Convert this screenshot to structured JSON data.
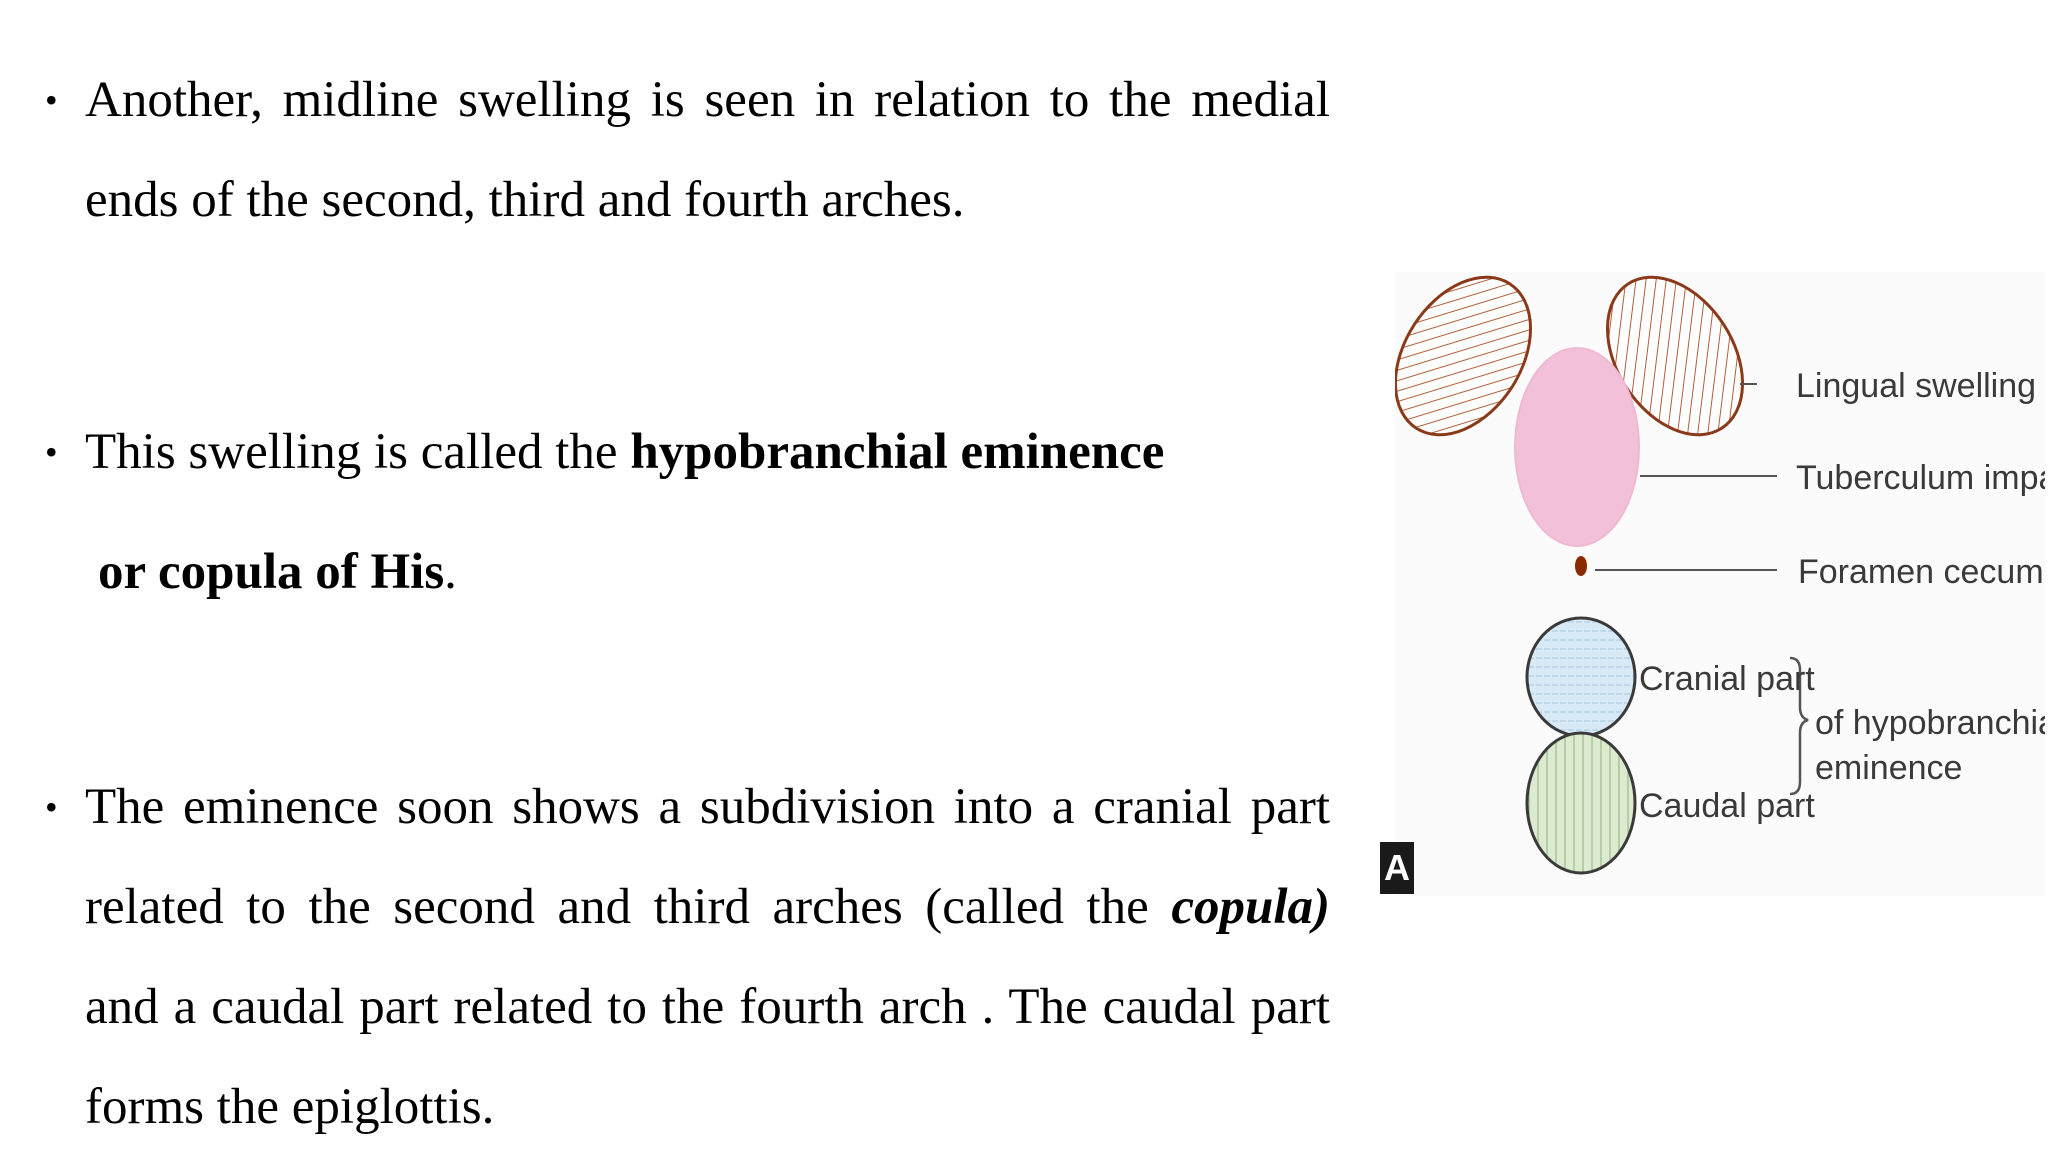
{
  "bullets": [
    {
      "line1": "Another, midline swelling is seen in relation to the medial",
      "line2": "ends of the second, third and fourth arches."
    },
    {
      "prefix": "This swelling is called the ",
      "bold1": "hypobranchial eminence",
      "bold2": "or copula of His",
      "suffix": "."
    },
    {
      "line1": "The eminence soon shows a subdivision into a cranial part",
      "line2_prefix": "related to the second and third arches (called the ",
      "line2_emph": "copula)",
      "line3": "and a caudal part related to the fourth arch . The caudal part",
      "line4": "forms the epiglottis."
    }
  ],
  "figure": {
    "labels": {
      "lingual_swelling": "Lingual swelling",
      "tuberculum_impar": "Tuberculum impar",
      "foramen_cecum": "Foramen cecum",
      "cranial_part": "Cranial part",
      "caudal_part": "Caudal part",
      "of_hypobranchial": "of hypobranchial",
      "eminence": "eminence"
    },
    "panel_tag": "A",
    "colors": {
      "lingual_hatch": "#a0522d",
      "tuberculum": "#f4c2da",
      "foramen": "#8b2500",
      "cranial": "#d6e9f7",
      "caudal": "#dcebcf"
    }
  }
}
